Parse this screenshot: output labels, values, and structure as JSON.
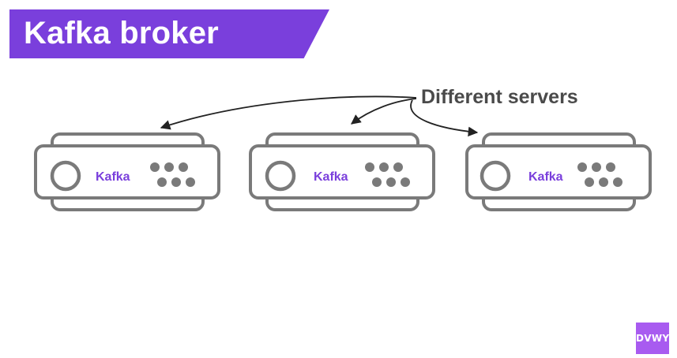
{
  "title": "Kafka broker",
  "callout": "Different servers",
  "servers": [
    {
      "label": "Kafka"
    },
    {
      "label": "Kafka"
    },
    {
      "label": "Kafka"
    }
  ],
  "watermark": "DVWY",
  "colors": {
    "accent": "#7a3fdc",
    "outline": "#7a7a7a",
    "text": "#4a4a4a",
    "arrow": "#222222",
    "watermark": "#a85bf0"
  }
}
